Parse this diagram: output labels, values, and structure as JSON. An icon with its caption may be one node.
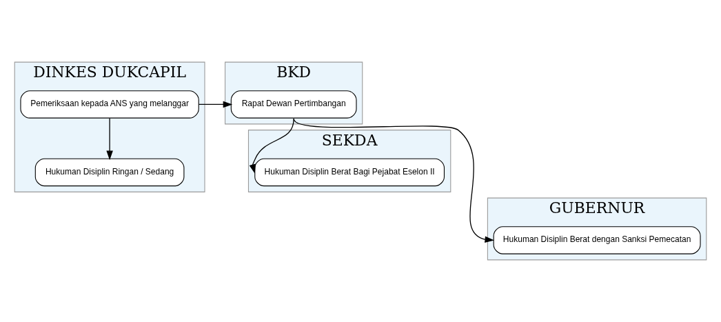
{
  "diagram": {
    "nodes": [
      {
        "text": [
          "DINKES DUKCAPIL"
        ]
      },
      {
        "text": [
          "BKD"
        ]
      },
      {
        "text": [
          "SEKDA"
        ]
      },
      {
        "text": [
          "GUBERNUR"
        ]
      },
      {
        "text": [
          "Pemeriksaan kepada ANS yang melanggar"
        ],
        "in": 0
      },
      {
        "text": [
          "Rapat Dewan Pertimbangan"
        ],
        "in": 1
      },
      {
        "text": [
          "Hukuman Disiplin Ringan / Sedang"
        ],
        "in": 0
      },
      {
        "text": [
          "Hukuman Disiplin Berat Bagi Pejabat Eselon II"
        ],
        "in": 2
      },
      {
        "text": [
          "Hukuman Disiplin Berat dengan Sanksi Pemecatan"
        ],
        "in": 3
      }
    ],
    "edges": [
      {
        "from": 4,
        "to": 5,
        "arrow": "to"
      },
      {
        "from": 4,
        "to": 6,
        "arrow": "to"
      },
      {
        "from": 5,
        "to": 7,
        "arrow": "to"
      },
      {
        "from": 5,
        "to": 8,
        "arrow": "to"
      }
    ]
  }
}
